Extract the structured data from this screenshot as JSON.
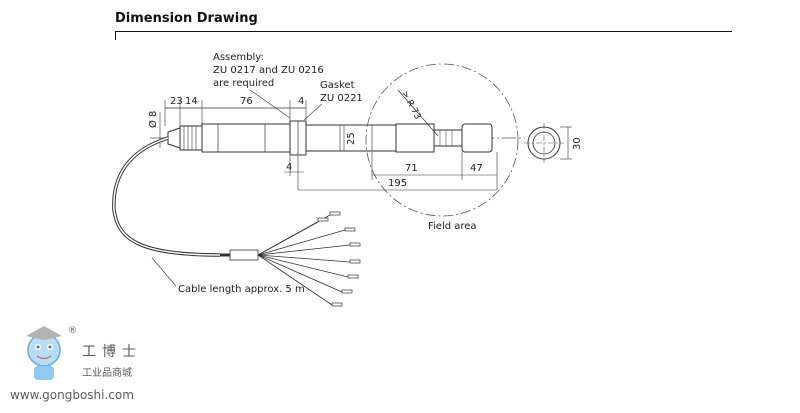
{
  "header": {
    "title": "Dimension Drawing"
  },
  "callouts": {
    "assembly_line1": "Assembly:",
    "assembly_line2": "ZU 0217 and ZU 0216",
    "assembly_line3": "are required",
    "gasket_line1": "Gasket",
    "gasket_line2": "ZU 0221",
    "field_area": "Field area",
    "cable_length": "Cable length approx. 5 m",
    "radius": "> R 73"
  },
  "dimensions": {
    "dia8": "Ø 8",
    "d23": "23",
    "d14": "14",
    "d76": "76",
    "d4_top": "4",
    "d4_bottom": "4",
    "d25": "25",
    "d71": "71",
    "d47": "47",
    "d195": "195",
    "d30": "30"
  },
  "watermark": {
    "cn_name": "工博士",
    "cn_tag": "工业品商城",
    "url": "www.gongboshi.com",
    "reg": "®"
  },
  "colors": {
    "line": "#333333",
    "text": "#222222",
    "watermark_blue": "#3a8fd6"
  }
}
